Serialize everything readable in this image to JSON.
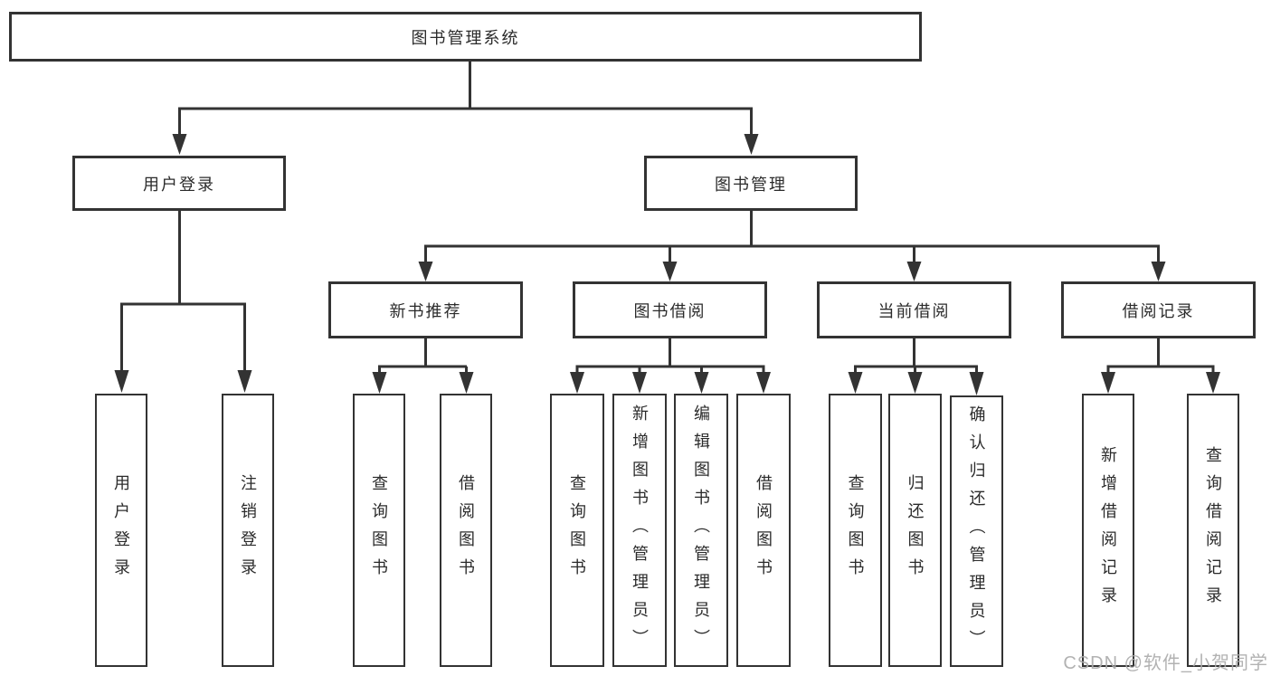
{
  "tree": {
    "root": {
      "label": "图书管理系统",
      "children": [
        {
          "label": "用户登录",
          "children": [
            {
              "label": "用户登录"
            },
            {
              "label": "注销登录"
            }
          ]
        },
        {
          "label": "图书管理",
          "children": [
            {
              "label": "新书推荐",
              "children": [
                {
                  "label": "查询图书"
                },
                {
                  "label": "借阅图书"
                }
              ]
            },
            {
              "label": "图书借阅",
              "children": [
                {
                  "label": "查询图书"
                },
                {
                  "label": "新增图书（管理员）"
                },
                {
                  "label": "编辑图书（管理员）"
                },
                {
                  "label": "借阅图书"
                }
              ]
            },
            {
              "label": "当前借阅",
              "children": [
                {
                  "label": "查询图书"
                },
                {
                  "label": "归还图书"
                },
                {
                  "label": "确认归还（管理员）"
                }
              ]
            },
            {
              "label": "借阅记录",
              "children": [
                {
                  "label": "新增借阅记录"
                },
                {
                  "label": "查询借阅记录"
                }
              ]
            }
          ]
        }
      ]
    }
  },
  "watermark": {
    "text": "CSDN @软件_小贺同学"
  },
  "colors": {
    "line": "#333333",
    "box_border": "#333333",
    "text": "#2b2b2b",
    "watermark": "#ababab",
    "background": "#ffffff"
  }
}
